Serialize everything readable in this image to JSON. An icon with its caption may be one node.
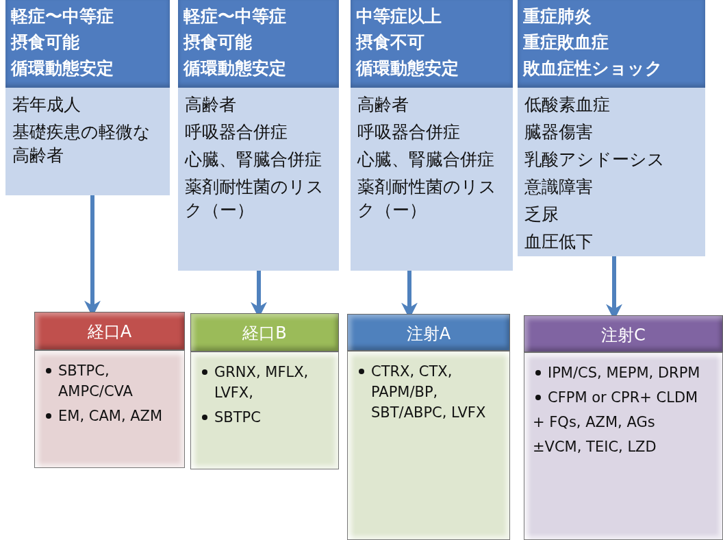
{
  "diagram": {
    "nodes": [
      {
        "text": [
          "軽症〜中等症",
          "摂食可能",
          "循環動態安定"
        ]
      },
      {
        "text": [
          "若年成人",
          "基礎疾患の軽微な高齢者"
        ]
      },
      {
        "text": [
          "軽症〜中等症",
          "摂食可能",
          "循環動態安定"
        ]
      },
      {
        "text": [
          "高齢者",
          "呼吸器合併症",
          "心臓、腎臓合併症",
          "薬剤耐性菌のリスク（ー）"
        ]
      },
      {
        "text": [
          "中等症以上",
          "摂食不可",
          "循環動態安定"
        ]
      },
      {
        "text": [
          "高齢者",
          "呼吸器合併症",
          "心臓、腎臓合併症",
          "薬剤耐性菌のリスク（ー）"
        ]
      },
      {
        "text": [
          "重症肺炎",
          "重症敗血症",
          "敗血症性ショック"
        ]
      },
      {
        "text": [
          "低酸素血症",
          "臓器傷害",
          "乳酸アシドーシス",
          "意識障害",
          "乏尿",
          "血圧低下"
        ]
      },
      {
        "text": [
          "経口A"
        ]
      },
      {
        "text": [
          "SBTPC, AMPC/CVA",
          "EM, CAM, AZM"
        ]
      },
      {
        "text": [
          "経口B"
        ]
      },
      {
        "text": [
          "GRNX, MFLX, LVFX,",
          "SBTPC"
        ]
      },
      {
        "text": [
          "注射A"
        ]
      },
      {
        "text": [
          "CTRX, CTX, PAPM/BP, SBT/ABPC, LVFX"
        ]
      },
      {
        "text": [
          "注射C"
        ]
      },
      {
        "text": [
          "IPM/CS, MEPM, DRPM",
          "CFPM or CPR+ CLDM",
          "+ FQs, AZM, AGs",
          "±VCM, TEIC, LZD"
        ]
      }
    ],
    "edges": [
      {
        "from": 1,
        "to": 8,
        "arrow": "to"
      },
      {
        "from": 3,
        "to": 10,
        "arrow": "to"
      },
      {
        "from": 5,
        "to": 12,
        "arrow": "to"
      },
      {
        "from": 7,
        "to": 14,
        "arrow": "to"
      }
    ]
  }
}
